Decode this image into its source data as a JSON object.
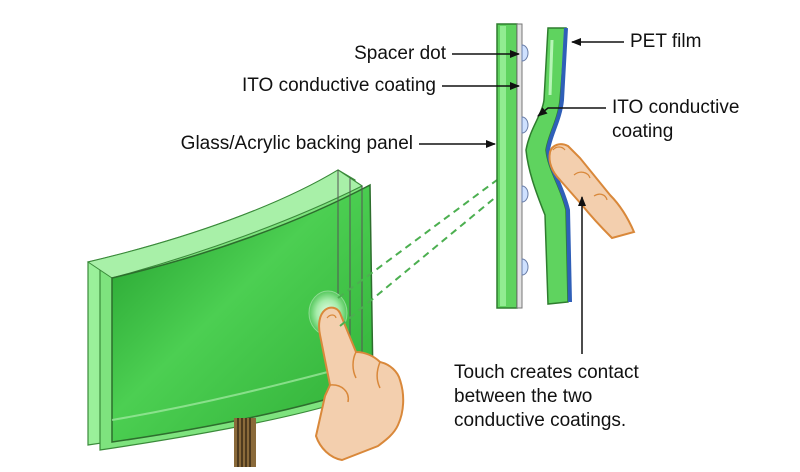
{
  "labels": {
    "spacer_dot": "Spacer dot",
    "ito_left": "ITO conductive coating",
    "backing_panel": "Glass/Acrylic backing panel",
    "pet_film": "PET film",
    "ito_right_line1": "ITO conductive",
    "ito_right_line2": "coating",
    "touch_line1": "Touch creates contact",
    "touch_line2": "between the two",
    "touch_line3": "conductive coatings."
  },
  "colors": {
    "panel_green": "#5fd35f",
    "panel_dark_green": "#2e9e2e",
    "film_blue": "#2f5fb8",
    "skin": "#f3cfae",
    "skin_outline": "#d9883a",
    "dash_green": "#4caf50"
  },
  "icons": [
    "pointing-finger-icon",
    "touch-glow-icon"
  ]
}
